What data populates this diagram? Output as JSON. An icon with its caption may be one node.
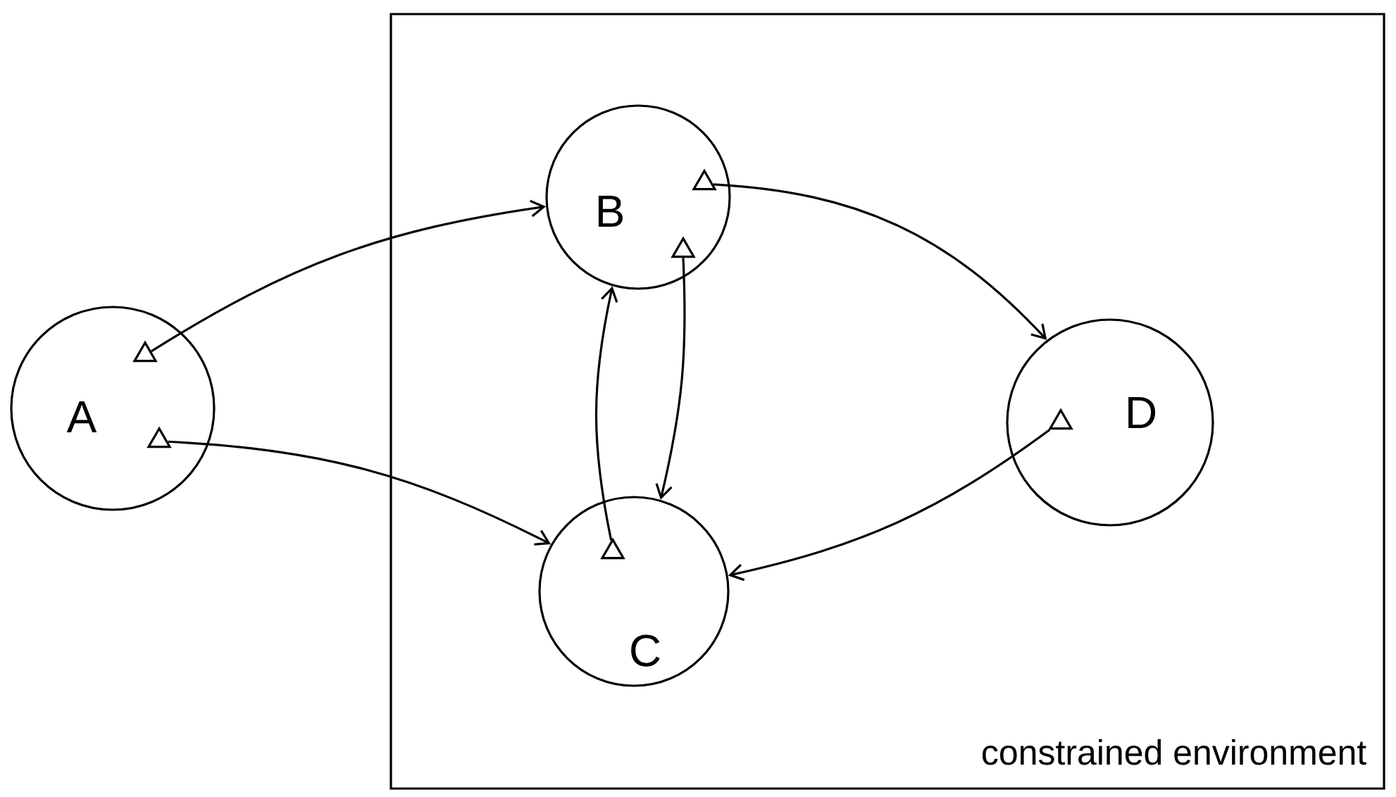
{
  "diagram": {
    "nodes": [
      {
        "text": [
          "constrained environment"
        ]
      },
      {
        "text": [
          "A"
        ]
      },
      {
        "text": [],
        "shape": "triangle",
        "in": 1
      },
      {
        "text": [],
        "shape": "triangle",
        "in": 1
      },
      {
        "text": [
          "B"
        ],
        "in": 0
      },
      {
        "text": [],
        "shape": "triangle",
        "in": 4
      },
      {
        "text": [],
        "shape": "triangle",
        "in": 4
      },
      {
        "text": [
          "C"
        ],
        "in": 0
      },
      {
        "text": [],
        "shape": "triangle",
        "in": 7
      },
      {
        "text": [
          "D"
        ],
        "in": 0
      },
      {
        "text": [],
        "shape": "triangle",
        "in": 9
      }
    ],
    "edges": [
      {
        "from": 2,
        "to": 4,
        "arrow": "to"
      },
      {
        "from": 3,
        "to": 7,
        "arrow": "to"
      },
      {
        "from": 5,
        "to": 9,
        "arrow": "to"
      },
      {
        "from": 6,
        "to": 7,
        "arrow": "to"
      },
      {
        "from": 8,
        "to": 4,
        "arrow": "to"
      },
      {
        "from": 10,
        "to": 7,
        "arrow": "to"
      }
    ]
  }
}
